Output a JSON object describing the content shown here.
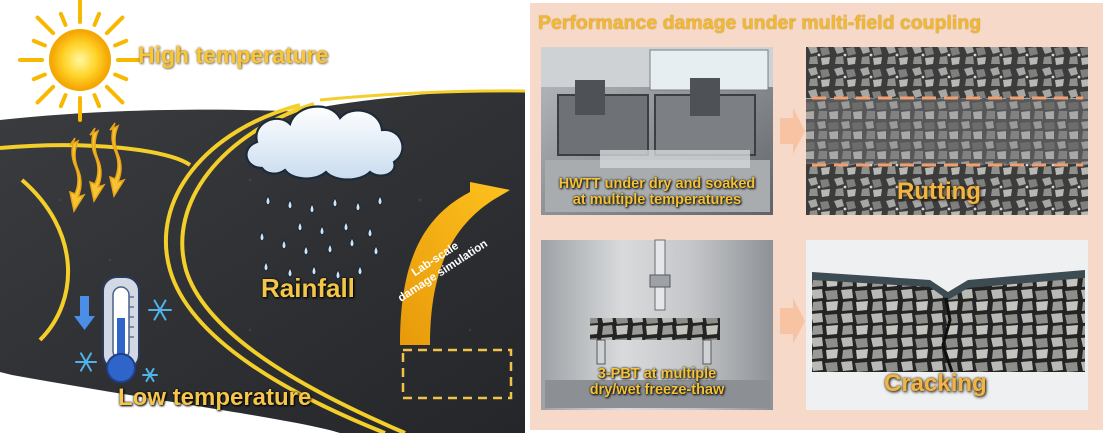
{
  "labels": {
    "high_temperature": "High temperature",
    "low_temperature": "Low temperature",
    "rainfall": "Rainfall",
    "lab_scale_line1": "Lab-scale",
    "lab_scale_line2": "damage simulation"
  },
  "panel": {
    "title": "Performance damage under multi-field coupling",
    "hwtt_line1": "HWTT under dry and soaked",
    "hwtt_line2": "at multiple temperatures",
    "rutting": "Rutting",
    "pbt_line1": "3-PBT at multiple",
    "pbt_line2": "dry/wet freeze-thaw",
    "cracking": "Cracking"
  },
  "colors": {
    "panel_bg": "#f6d9c9",
    "title": "#f2b833",
    "arrow": "#f2ae1c",
    "road": "#2d2f33",
    "road_line": "#f4cf2a",
    "light_arrow": "#f7c3a3"
  }
}
